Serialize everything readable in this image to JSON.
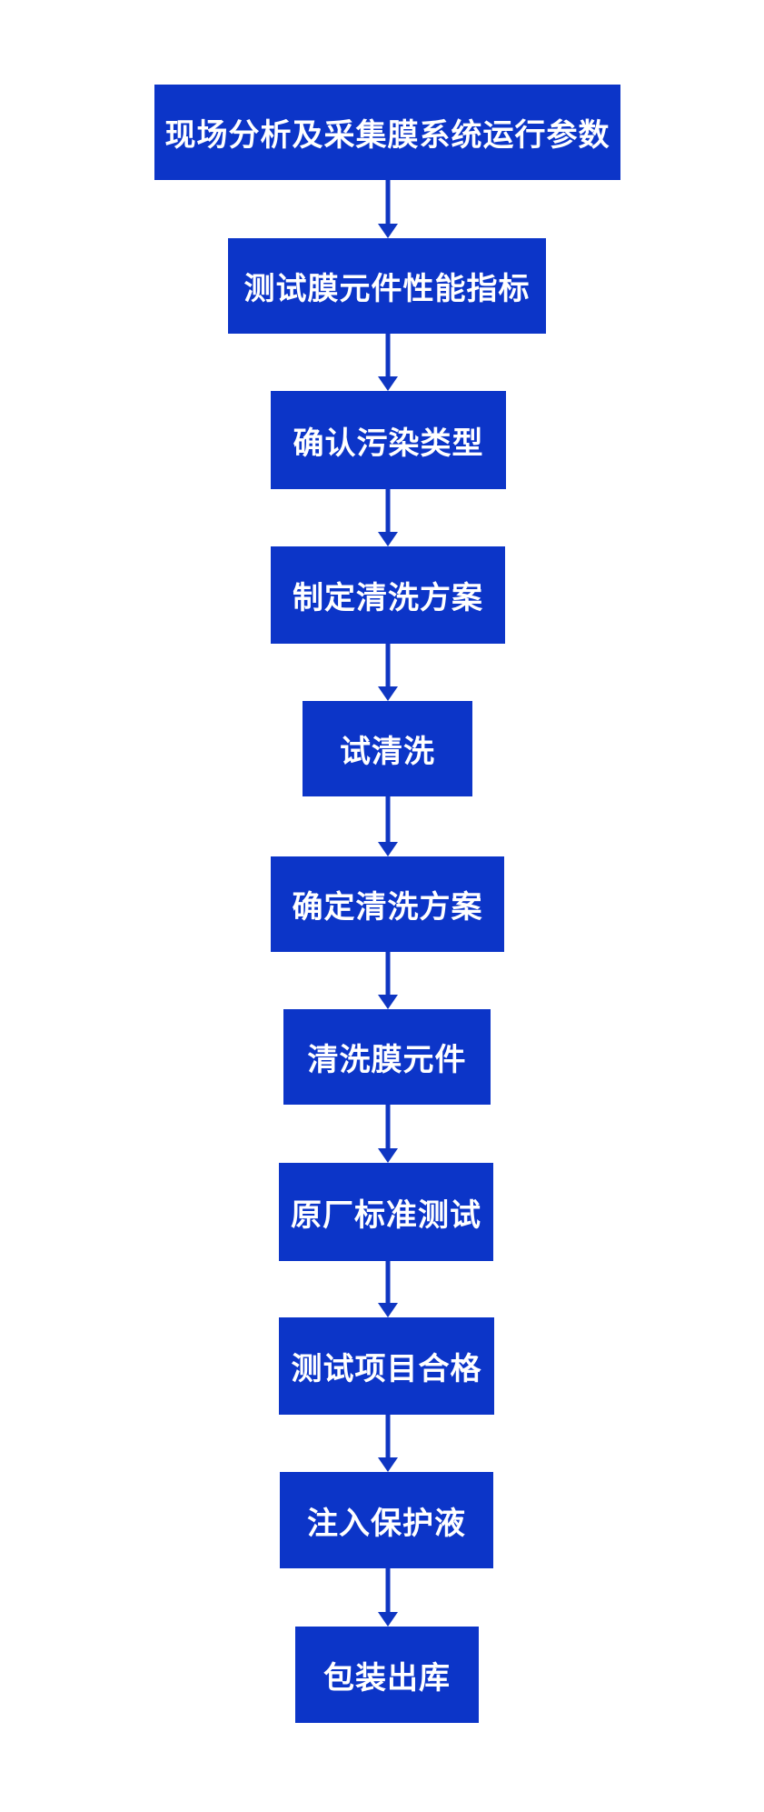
{
  "flowchart": {
    "colors": {
      "box_fill": "#0c35c8",
      "arrow_fill": "#0f36c2",
      "text_color": "#ffffff",
      "background": "#ffffff"
    },
    "steps": [
      {
        "label": "现场分析及采集膜系统运行参数"
      },
      {
        "label": "测试膜元件性能指标"
      },
      {
        "label": "确认污染类型"
      },
      {
        "label": "制定清洗方案"
      },
      {
        "label": "试清洗"
      },
      {
        "label": "确定清洗方案"
      },
      {
        "label": "清洗膜元件"
      },
      {
        "label": "原厂标准测试"
      },
      {
        "label": "测试项目合格"
      },
      {
        "label": "注入保护液"
      },
      {
        "label": "包装出库"
      }
    ]
  }
}
